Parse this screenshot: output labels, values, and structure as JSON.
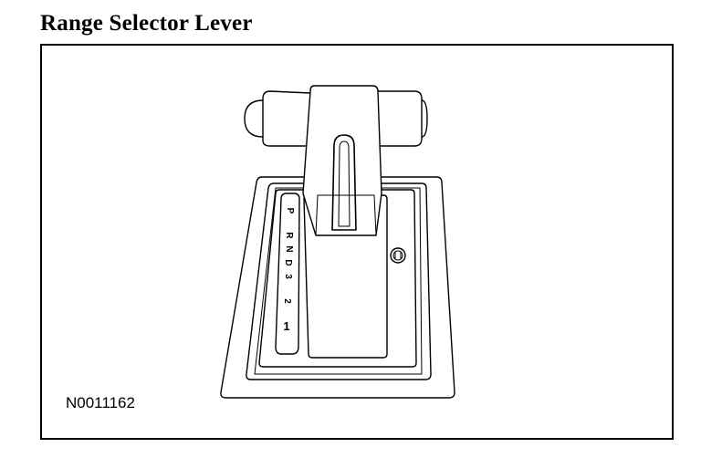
{
  "figure": {
    "title": "Range Selector Lever",
    "figure_id": "N0011162"
  },
  "gear_positions": [
    "P",
    "R",
    "N",
    "D",
    "3",
    "2",
    "1"
  ],
  "colors": {
    "line": "#000000",
    "background": "#ffffff"
  }
}
